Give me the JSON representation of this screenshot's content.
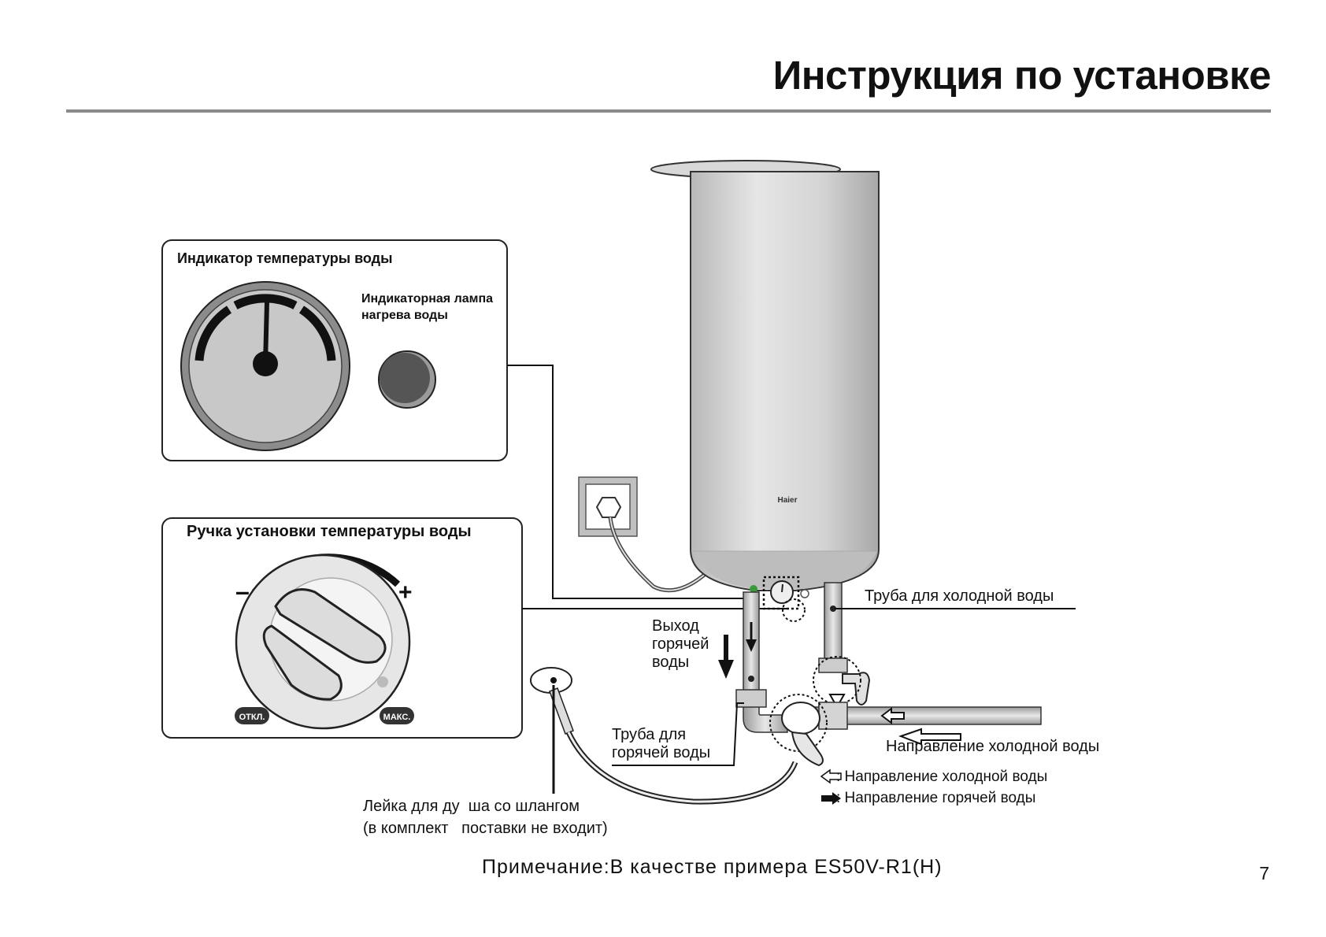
{
  "header": {
    "title": "Инструкция по установке"
  },
  "indicator_box": {
    "title": "Индикатор температуры воды",
    "lamp_label": "Индикаторная лампа нагрева воды"
  },
  "knob_box": {
    "title": "Ручка установки температуры воды",
    "minus_sign": "–",
    "plus_sign": "+",
    "off_label": "ОТКЛ.",
    "max_label": "МАКС."
  },
  "heater": {
    "brand": "Haier"
  },
  "labels": {
    "cold_pipe": "Труба для холодной воды",
    "hot_outlet": "Выход горячей воды",
    "hot_pipe": "Труба для горячей воды",
    "cold_direction": "Направление холодной воды",
    "shower_line1": "Лейка для ду  ша со шлангом",
    "shower_line2": "(в комплект   поставки не входит)"
  },
  "legend": {
    "cold": ": Направление холодной воды",
    "hot": ": Направление горячей воды"
  },
  "note": "Примечание:В качестве примера ES50V-R1(H)",
  "page_number": "7",
  "colors": {
    "tank": "#d4d4d4",
    "rule": "#8a8a8a",
    "lamp": "#555555",
    "accent_green": "#3a9a3a"
  }
}
